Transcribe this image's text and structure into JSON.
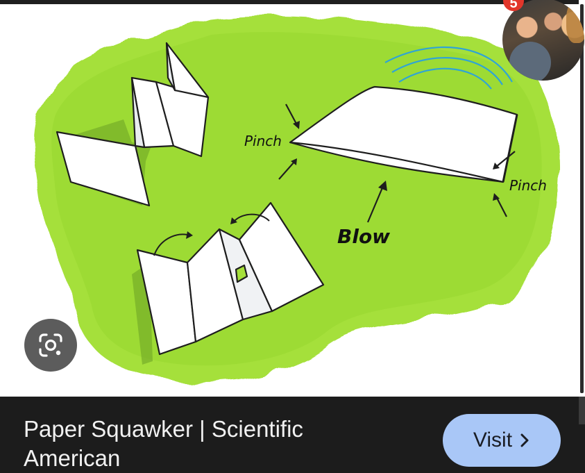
{
  "illustration": {
    "labels": {
      "pinch_left": "Pinch",
      "pinch_right": "Pinch",
      "blow": "Blow"
    }
  },
  "avatar": {
    "badge_count": "5"
  },
  "lens": {
    "icon": "google-lens-icon"
  },
  "result": {
    "title": "Paper Squawker | Scientific American",
    "visit_label": "Visit",
    "visit_icon": "chevron-right-icon"
  },
  "colors": {
    "blob_green": "#a5e03a",
    "bottom_bar": "#1c1c1c",
    "visit_button": "#a9c7f7",
    "badge": "#e2362b",
    "sound_waves": "#2fa4d6"
  }
}
